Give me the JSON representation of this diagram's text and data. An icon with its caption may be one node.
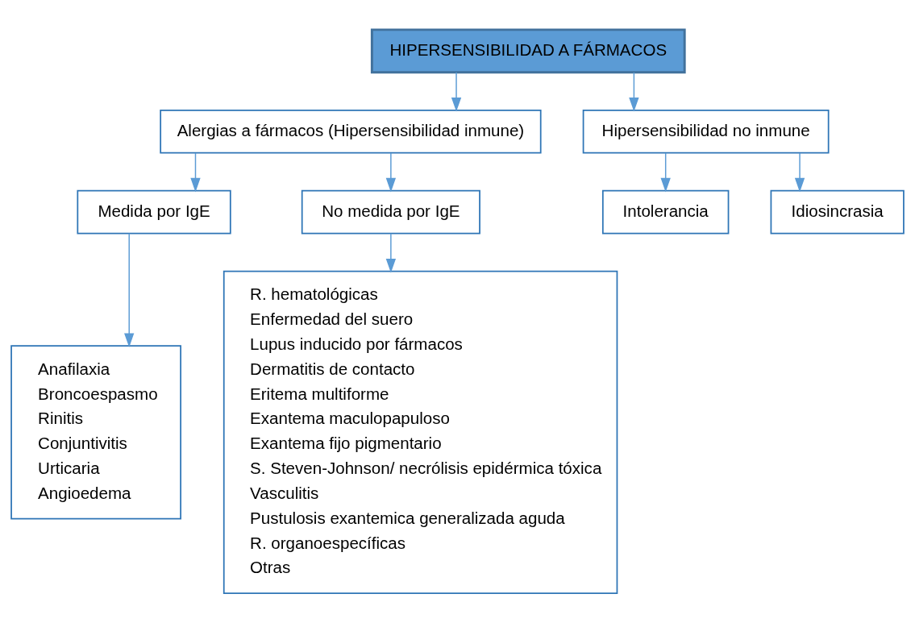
{
  "diagram": {
    "nodes": [
      {
        "text": [
          "HIPERSENSIBILIDAD A FÁRMACOS"
        ]
      },
      {
        "text": [
          "Alergias a fármacos (Hipersensibilidad inmune)"
        ]
      },
      {
        "text": [
          "Hipersensibilidad no inmune"
        ]
      },
      {
        "text": [
          "Medida por IgE"
        ]
      },
      {
        "text": [
          "No medida por IgE"
        ]
      },
      {
        "text": [
          "Intolerancia"
        ]
      },
      {
        "text": [
          "Idiosincrasia"
        ]
      },
      {
        "text": [
          "Anafilaxia",
          "Broncoespasmo",
          "Rinitis",
          "Conjuntivitis",
          "Urticaria",
          "Angioedema"
        ]
      },
      {
        "text": [
          "R. hematológicas",
          "Enfermedad del suero",
          "Lupus inducido por fármacos",
          "Dermatitis de contacto",
          "Eritema multiforme",
          "Exantema maculopapuloso",
          "Exantema fijo pigmentario",
          "S. Steven-Johnson/ necrólisis epidérmica tóxica",
          "Vasculitis",
          "Pustulosis exantemica generalizada aguda",
          "R. organoespecíficas",
          "Otras"
        ]
      }
    ],
    "edges": [
      {
        "from": 0,
        "to": 1,
        "arrow": "to"
      },
      {
        "from": 0,
        "to": 2,
        "arrow": "to"
      },
      {
        "from": 1,
        "to": 3,
        "arrow": "to"
      },
      {
        "from": 1,
        "to": 4,
        "arrow": "to"
      },
      {
        "from": 2,
        "to": 5,
        "arrow": "to"
      },
      {
        "from": 2,
        "to": 6,
        "arrow": "to"
      },
      {
        "from": 3,
        "to": 7,
        "arrow": "to"
      },
      {
        "from": 4,
        "to": 8,
        "arrow": "to"
      }
    ]
  }
}
